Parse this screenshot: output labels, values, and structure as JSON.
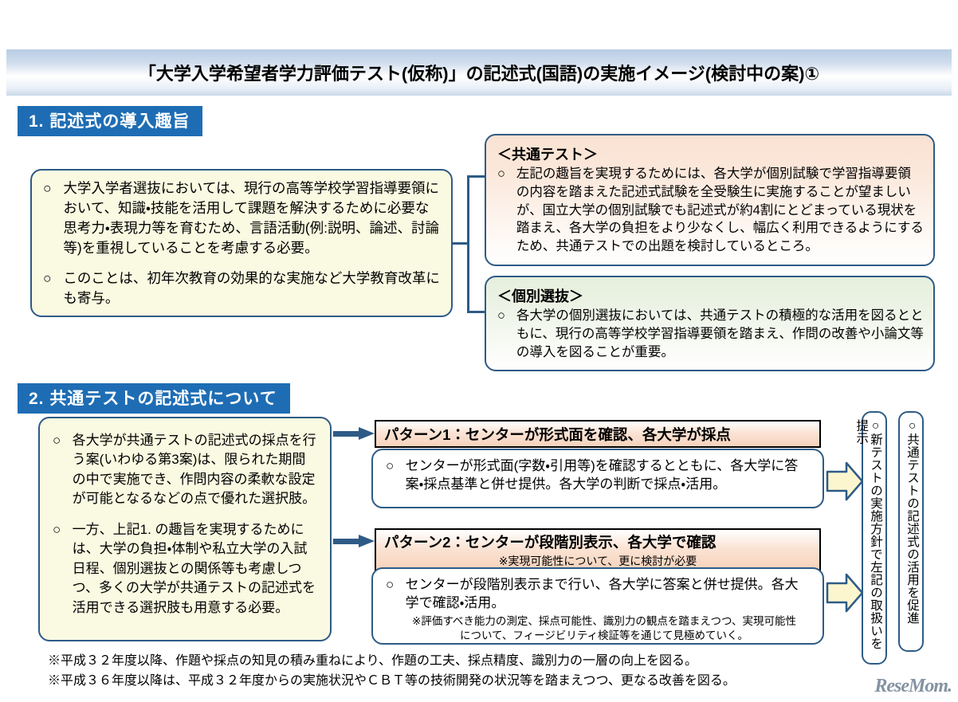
{
  "document": {
    "title": "「大学入学希望者学力評価テスト(仮称)」の記述式(国語)の実施イメージ(検討中の案)①",
    "watermark": "ReseMom."
  },
  "section1": {
    "badge": "1. 記述式の導入趣旨",
    "intent_box": {
      "bullets": [
        "大学入学者選抜においては、現行の高等学校学習指導要領において、知識・技能を活用して課題を解決するために必要な思考力・表現力等を育むため、言語活動(例:説明、論述、討論等)を重視していることを考慮する必要。",
        "このことは、初年次教育の効果的な実施など大学教育改革にも寄与。"
      ]
    },
    "common_test_box": {
      "heading": "＜共通テスト＞",
      "bullets": [
        "左記の趣旨を実現するためには、各大学が個別試験で学習指導要領の内容を踏まえた記述式試験を全受験生に実施することが望ましいが、国立大学の個別試験でも記述式が約4割にとどまっている現状を踏まえ、各大学の負担をより少なくし、幅広く利用できるようにするため、共通テストでの出題を検討しているところ。"
      ]
    },
    "individual_selection_box": {
      "heading": "＜個別選抜＞",
      "bullets": [
        "各大学の個別選抜においては、共通テストの積極的な活用を図るとともに、現行の高等学校学習指導要領を踏まえ、作問の改善や小論文等の導入を図ることが重要。"
      ]
    }
  },
  "section2": {
    "badge": "2. 共通テストの記述式について",
    "left_box": {
      "bullets": [
        "各大学が共通テストの記述式の採点を行う案(いわゆる第3案)は、限られた期間の中で実施でき、作問内容の柔軟な設定が可能となるなどの点で優れた選択肢。",
        "一方、上記1. の趣旨を実現するためには、大学の負担・体制や私立大学の入試日程、個別選抜との関係等も考慮しつつ、多くの大学が共通テストの記述式を活用できる選択肢も用意する必要。"
      ]
    },
    "pattern1": {
      "header": "パターン1：センターが形式面を確認、各大学が採点",
      "header_note": "",
      "bullets": [
        "センターが形式面(字数・引用等)を確認するとともに、各大学に答案・採点基準と併せ提供。各大学の判断で採点・活用。"
      ],
      "note": ""
    },
    "pattern2": {
      "header": "パターン2：センターが段階別表示、各大学で確認",
      "header_note": "※実現可能性について、更に検討が必要",
      "bullets": [
        "センターが段階別表示まで行い、各大学に答案と併せ提供。各大学で確認・活用。"
      ],
      "note": "※評価すべき能力の測定、採点可能性、識別力の観点を踏まえつつ、実現可能性について、フィージビリティ検証等を通じて見極めていく。"
    },
    "vertical_boxes": [
      "○新テストの実施方針で左記の取扱いを提示",
      "○共通テストの記述式の活用を促進"
    ]
  },
  "footnotes": [
    "※平成３２年度以降、作題や採点の知見の積み重ねにより、作題の工夫、採点精度、識別力の一層の向上を図る。",
    "※平成３６年度以降は、平成３２年度からの実施状況やＣＢＴ等の技術開発の状況等を踏まえつつ、更なる改善を図る。"
  ],
  "markers": {
    "bullet": "○"
  },
  "colors": {
    "badge_blue": "#1E6DB4",
    "box_border": "#2E5B86",
    "cream": "#FAFAE2",
    "peach": "#FAE2D2",
    "green": "#E6EFDC",
    "arrow_yellow": "#FCF6CF"
  }
}
